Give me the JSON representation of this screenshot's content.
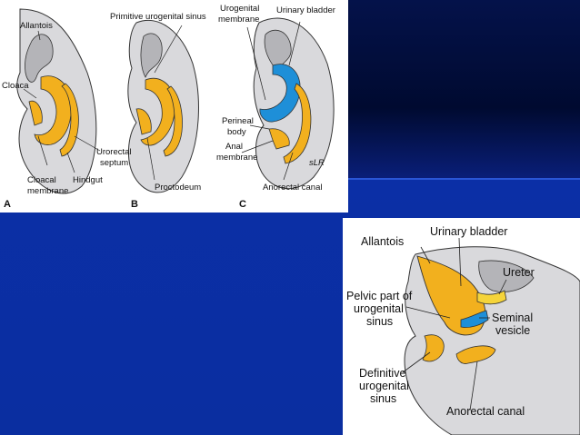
{
  "top_figure": {
    "labels": {
      "allantois": "Allantois",
      "cloaca": "Cloaca",
      "cloacal_membrane": [
        "Cloacal",
        "membrane"
      ],
      "hindgut": "Hindgut",
      "urorectal_septum": [
        "Urorectal",
        "septum"
      ],
      "primitive_urogenital_sinus": "Primitive urogenital sinus",
      "proctodeum": "Proctodeum",
      "urogenital_membrane": [
        "Urogenital",
        "membrane"
      ],
      "urinary_bladder": "Urinary bladder",
      "perineal_body": [
        "Perineal",
        "body"
      ],
      "anal_membrane": [
        "Anal",
        "membrane"
      ],
      "anorectal_canal": "Anorectal canal",
      "signature": "sLR"
    },
    "panel_letters": [
      "A",
      "B",
      "C"
    ]
  },
  "bottom_figure": {
    "labels": {
      "urinary_bladder": "Urinary bladder",
      "allantois": "Allantois",
      "ureter": "Ureter",
      "pelvic_part": [
        "Pelvic part of",
        "urogenital",
        "sinus"
      ],
      "seminal_vesicle": [
        "Seminal",
        "vesicle"
      ],
      "definitive_sinus": [
        "Definitive",
        "urogenital",
        "sinus"
      ],
      "anorectal_canal": "Anorectal canal"
    }
  },
  "colors": {
    "tissue_gray": "#b4b4b8",
    "tissue_light": "#d9d9dc",
    "endoderm_yellow": "#f2b01e",
    "bladder_blue": "#1e8fd8",
    "slide_blue": "#0b2fa6",
    "slide_dark": "#04124a"
  }
}
